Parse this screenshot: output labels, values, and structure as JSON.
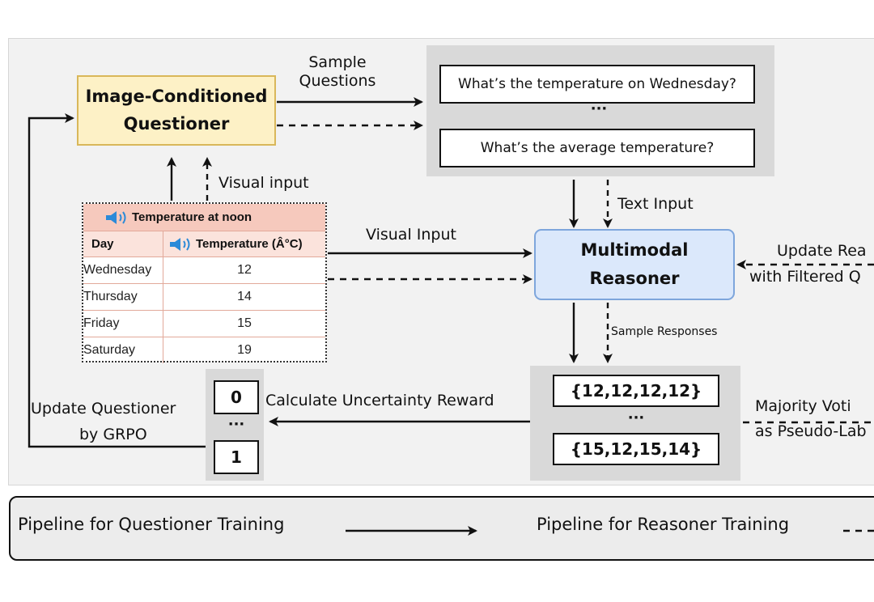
{
  "questioner": {
    "line1": "Image-Conditioned",
    "line2": "Questioner"
  },
  "sample_questions": {
    "line1": "Sample",
    "line2": "Questions"
  },
  "questions": {
    "q1": "What’s the temperature on Wednesday?",
    "ellipsis": "···",
    "q2": "What’s the average temperature?"
  },
  "visual_input_top": "Visual input",
  "visual_input_mid": "Visual Input",
  "text_input": "Text Input",
  "reasoner": {
    "line1": "Multimodal",
    "line2": "Reasoner"
  },
  "update_reasoner": {
    "line1": "Update Rea",
    "line2": "with Filtered Q"
  },
  "sample_responses": "Sample Responses",
  "responses": {
    "r1": "{12,12,12,12}",
    "ellipsis": "···",
    "r2": "{15,12,15,14}"
  },
  "majority_voting": {
    "line1": "Majority Voti",
    "line2": "as Pseudo-Lab"
  },
  "uncertainty_reward": "Calculate Uncertainty Reward",
  "rewards": {
    "top": "0",
    "ellipsis": "···",
    "bottom": "1"
  },
  "update_questioner": {
    "line1": "Update Questioner",
    "line2": "by GRPO"
  },
  "table": {
    "title": "Temperature at noon",
    "col_day": "Day",
    "col_temp": "Temperature (Â°C)",
    "rows": [
      {
        "day": "Wednesday",
        "temp": "12"
      },
      {
        "day": "Thursday",
        "temp": "14"
      },
      {
        "day": "Friday",
        "temp": "15"
      },
      {
        "day": "Saturday",
        "temp": "19"
      }
    ]
  },
  "legend": {
    "questioner": "Pipeline for Questioner Training",
    "reasoner": "Pipeline for Reasoner Training"
  },
  "colors": {
    "questioner_fill": "#fdf1c6",
    "reasoner_fill": "#dbe8fb",
    "table_header": "#f6c9bd",
    "speaker_blue": "#2b8ad8"
  }
}
